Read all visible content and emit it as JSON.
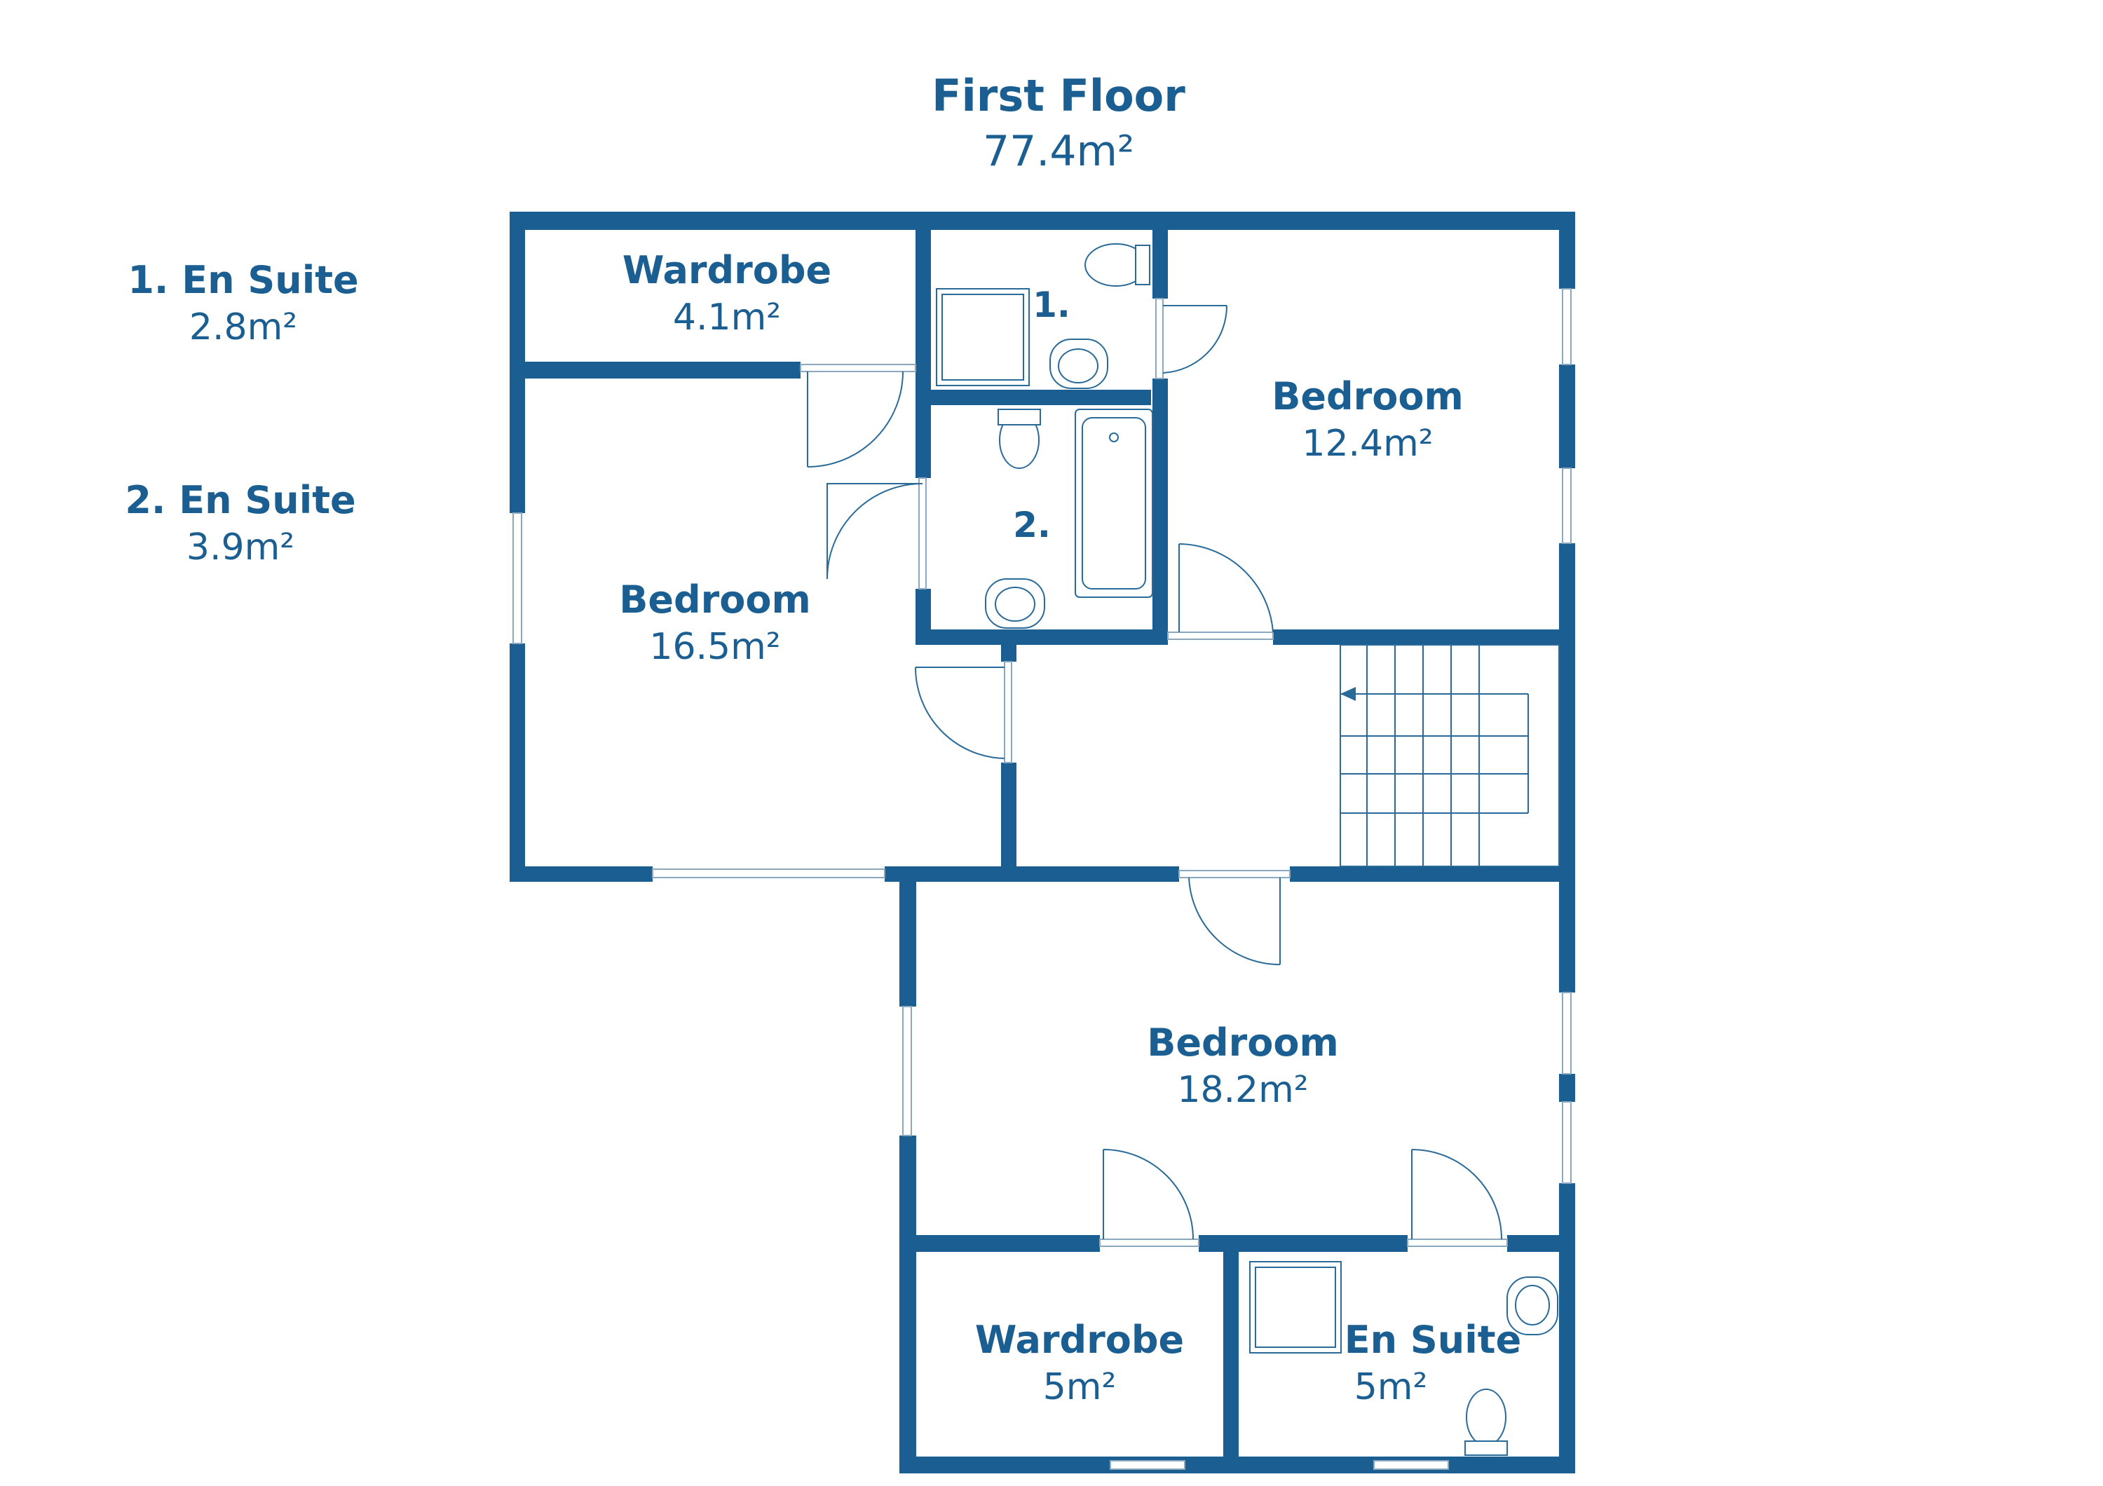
{
  "title": "First Floor",
  "total_area": "77.4m²",
  "legend": [
    {
      "name": "1. En Suite",
      "area": "2.8m²"
    },
    {
      "name": "2. En Suite",
      "area": "3.9m²"
    }
  ],
  "rooms": {
    "wardrobe_top": {
      "name": "Wardrobe",
      "area": "4.1m²"
    },
    "ensuite_1": {
      "marker": "1."
    },
    "ensuite_2": {
      "marker": "2."
    },
    "bedroom_right": {
      "name": "Bedroom",
      "area": "12.4m²"
    },
    "bedroom_left": {
      "name": "Bedroom",
      "area": "16.5m²"
    },
    "bedroom_bottom": {
      "name": "Bedroom",
      "area": "18.2m²"
    },
    "wardrobe_bottom": {
      "name": "Wardrobe",
      "area": "5m²"
    },
    "ensuite_bottom": {
      "name": "En Suite",
      "area": "5m²"
    }
  },
  "colors": {
    "wall": "#1a5e92",
    "text": "#1a5e92",
    "fixture": "#2a6a99"
  }
}
